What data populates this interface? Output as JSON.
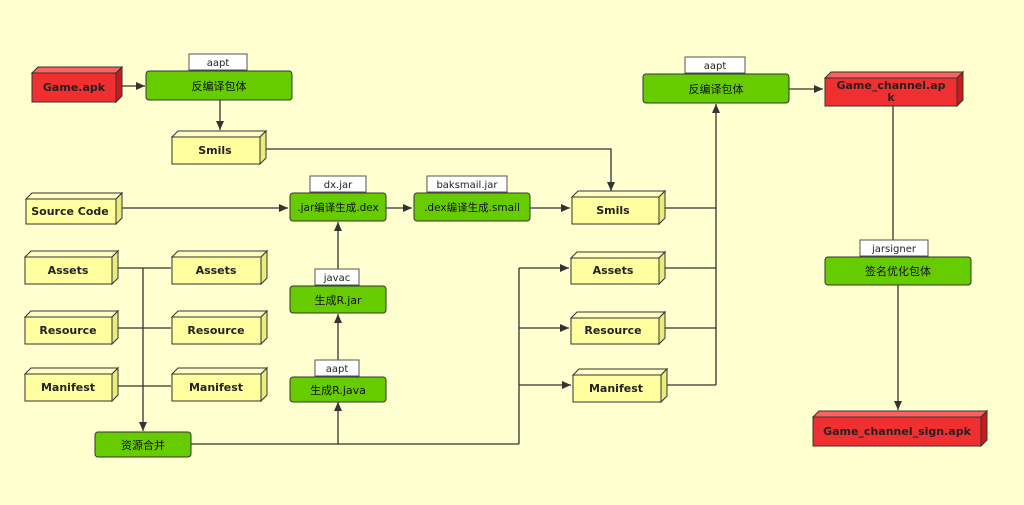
{
  "colors": {
    "background": "#ffffd0",
    "yellow_box": "#ffffa0",
    "yellow_side": "#ecec7a",
    "yellow_top": "#ffffc4",
    "green_box": "#66cc00",
    "red_box": "#f03030",
    "red_side": "#c81c1c",
    "red_top": "#ff6060",
    "tool_label": "#ffffff",
    "line": "#333333"
  },
  "nodes": {
    "game_apk": "Game.apk",
    "decompile_1": "反编译包体",
    "smils_1": "Smils",
    "source_code": "Source Code",
    "assets_1": "Assets",
    "assets_2": "Assets",
    "resource_1": "Resource",
    "resource_2": "Resource",
    "manifest_1": "Manifest",
    "manifest_2": "Manifest",
    "merge_resources": "资源合并",
    "gen_r_java": "生成R.java",
    "gen_r_jar": "生成R.jar",
    "jar_to_dex": ".jar编译生成.dex",
    "dex_to_smali": ".dex编译生成.smail",
    "smils_2": "Smils",
    "assets_3": "Assets",
    "resource_3": "Resource",
    "manifest_3": "Manifest",
    "decompile_2": "反编译包体",
    "game_channel_apk_line1": "Game_channel.ap",
    "game_channel_apk_line2": "k",
    "sign_optimize": "签名优化包体",
    "game_channel_sign_apk": "Game_channel_sign.apk"
  },
  "tools": {
    "aapt_1": "aapt",
    "aapt_2": "aapt",
    "aapt_3": "aapt",
    "dx_jar": "dx.jar",
    "baksmali_jar": "baksmail.jar",
    "javac": "javac",
    "jarsigner": "jarsigner"
  }
}
